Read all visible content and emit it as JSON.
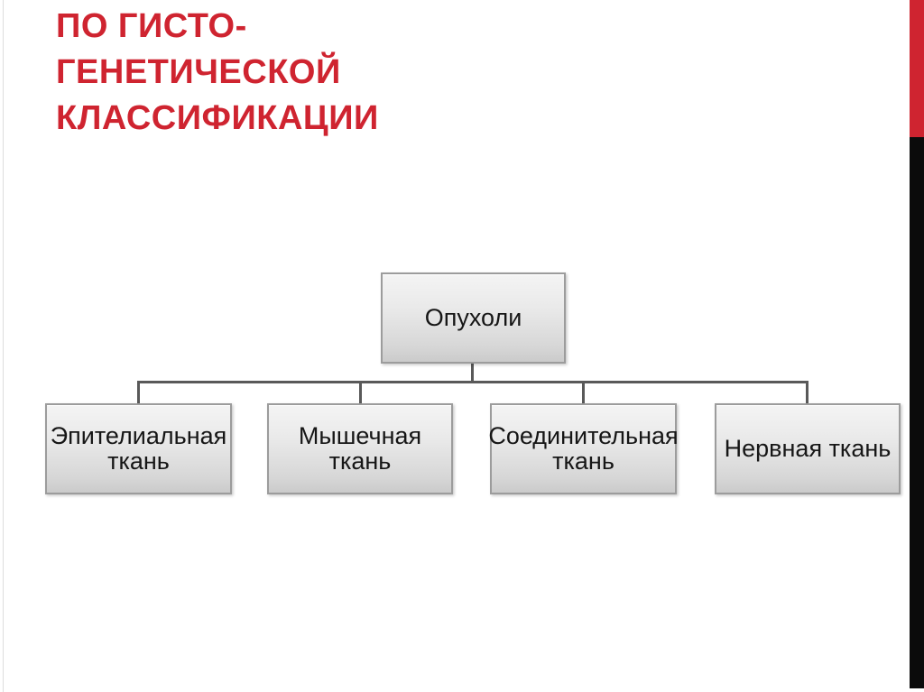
{
  "slide": {
    "background_color": "#FFFFFF",
    "title": {
      "full_text": "ПО ГИСТО-ГЕНЕТИЧЕСКОЙ КЛАССИФИКАЦИИ",
      "lines": [
        "ПО ГИСТО-",
        "ГЕНЕТИЧЕСКОЙ",
        "КЛАССИФИКАЦИИ"
      ],
      "color": "#CF2430"
    },
    "accents": {
      "red_bar_color": "#CF2430",
      "black_bar_color": "#0B0B0B"
    },
    "diagram": {
      "type": "hierarchy",
      "connector_color": "#595959",
      "node_style": {
        "fill_top": "#F4F4F4",
        "fill_bottom": "#CBCBCB",
        "border_color": "#9C9C9C",
        "text_color": "#161616"
      },
      "root": {
        "label": "Опухоли"
      },
      "children": [
        {
          "label": "Эпителиальная\nткань"
        },
        {
          "label": "Мышечная\nткань"
        },
        {
          "label": "Соединительная\nткань"
        },
        {
          "label": "Нервная ткань"
        }
      ]
    }
  }
}
